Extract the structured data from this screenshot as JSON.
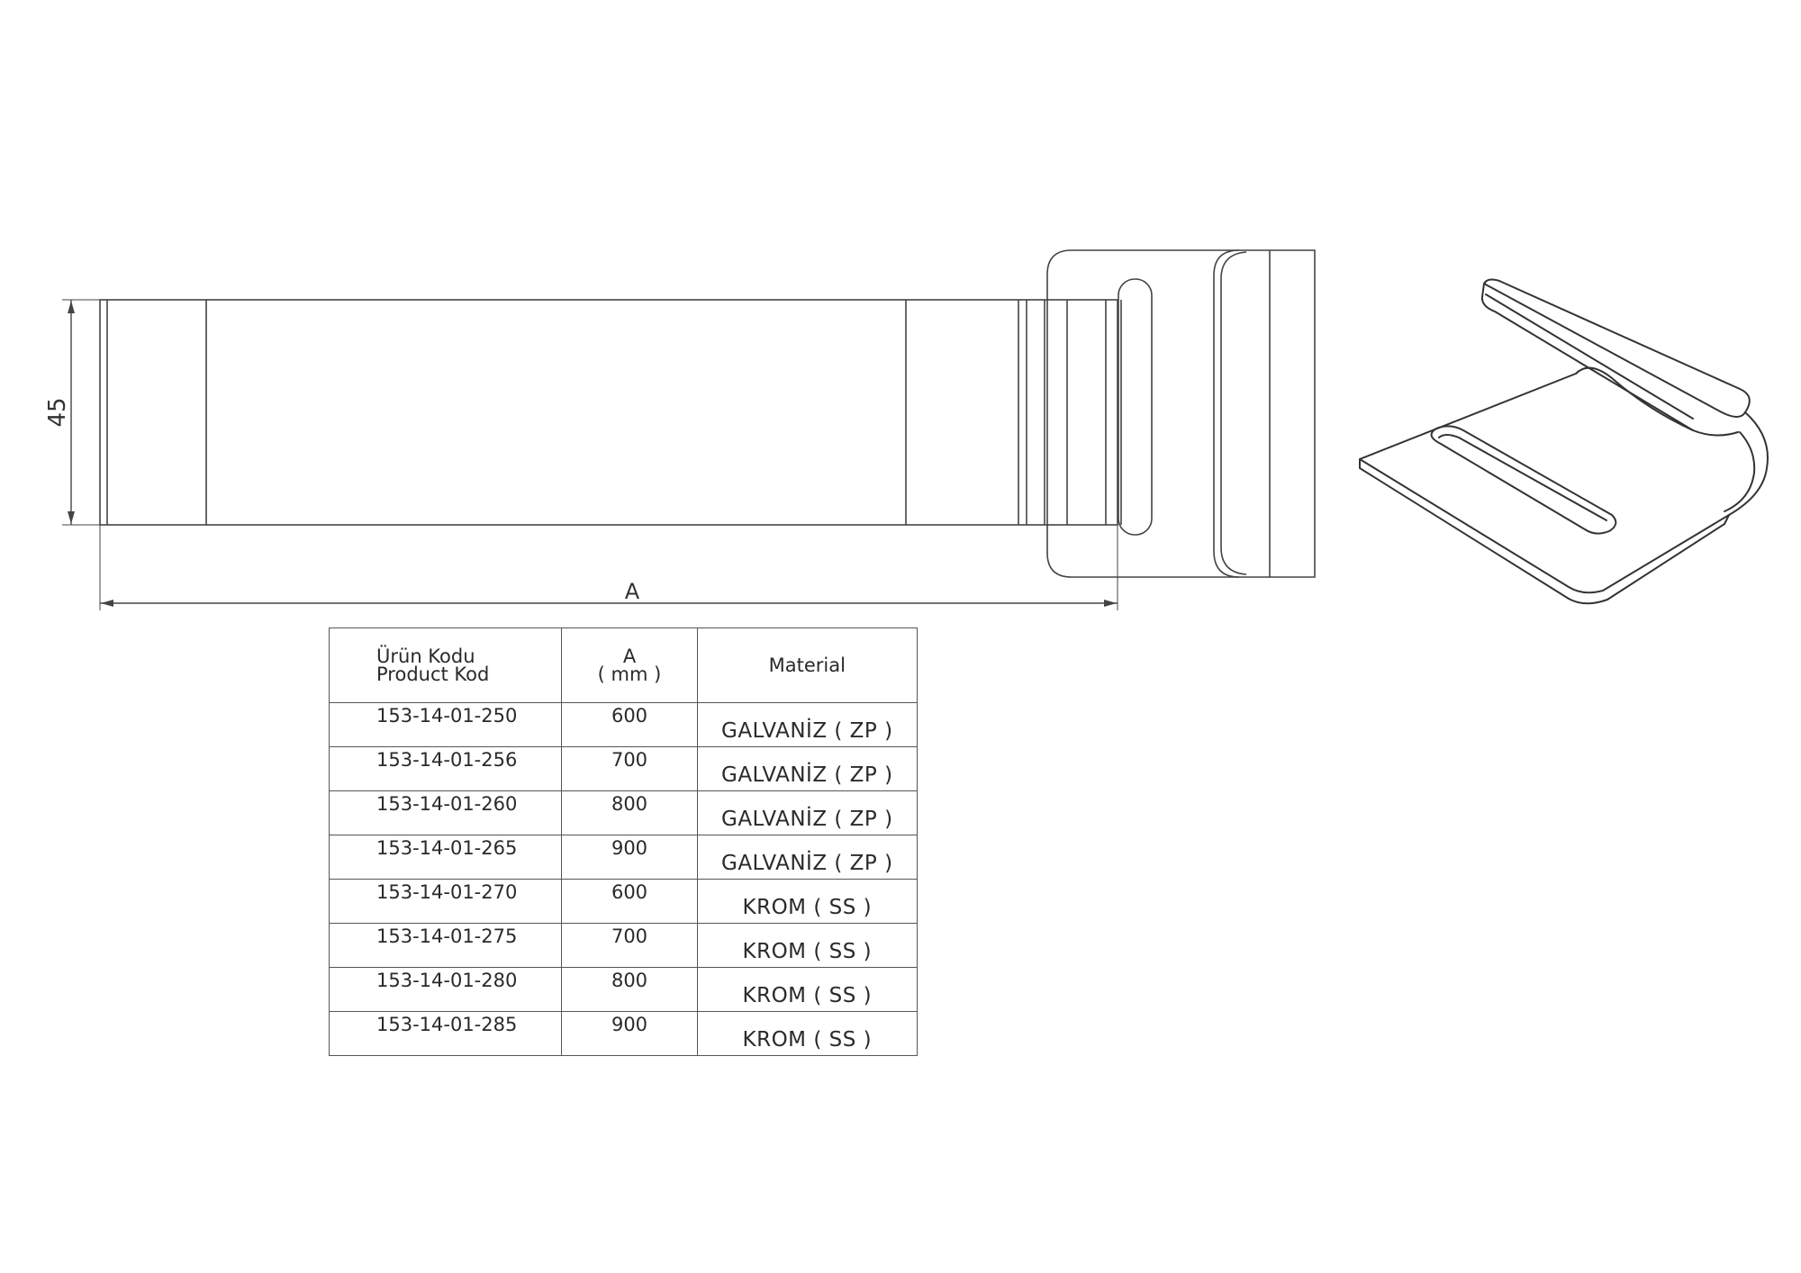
{
  "dimensions": {
    "height_label": "45",
    "length_label": "A"
  },
  "table": {
    "headers": {
      "code_line1": "Ürün Kodu",
      "code_line2": "Product Kod",
      "a_line1": "A",
      "a_line2": "( mm )",
      "material": "Material"
    },
    "rows": [
      {
        "code": "153-14-01-250",
        "a": "600",
        "material": "GALVANİZ ( ZP )"
      },
      {
        "code": "153-14-01-256",
        "a": "700",
        "material": "GALVANİZ ( ZP )"
      },
      {
        "code": "153-14-01-260",
        "a": "800",
        "material": "GALVANİZ ( ZP )"
      },
      {
        "code": "153-14-01-265",
        "a": "900",
        "material": "GALVANİZ ( ZP )"
      },
      {
        "code": "153-14-01-270",
        "a": "600",
        "material": "KROM ( SS )"
      },
      {
        "code": "153-14-01-275",
        "a": "700",
        "material": "KROM ( SS )"
      },
      {
        "code": "153-14-01-280",
        "a": "800",
        "material": "KROM ( SS )"
      },
      {
        "code": "153-14-01-285",
        "a": "900",
        "material": "KROM ( SS )"
      }
    ]
  }
}
